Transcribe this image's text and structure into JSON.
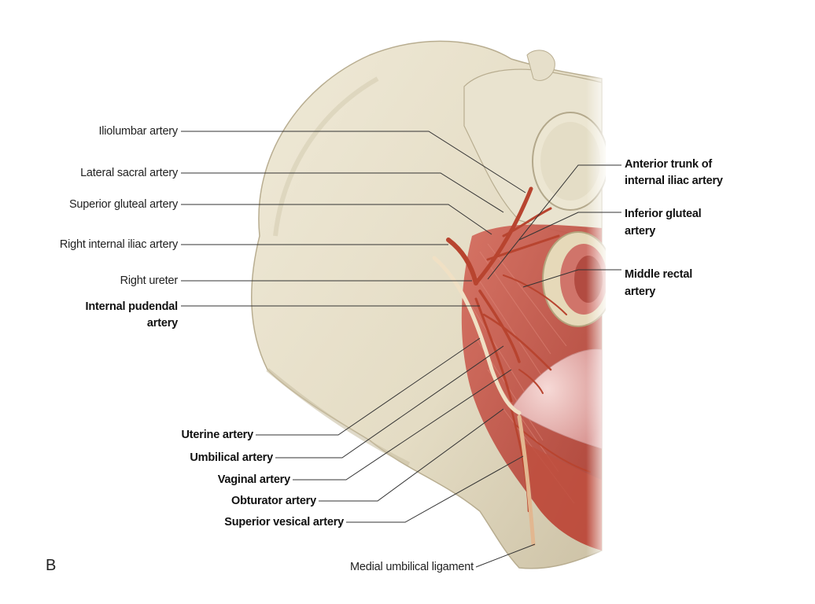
{
  "panel_letter": "B",
  "labels": {
    "iliolumbar": "Iliolumbar artery",
    "lateral_sacral": "Lateral sacral artery",
    "superior_gluteal": "Superior gluteal artery",
    "right_internal_iliac": "Right internal iliac artery",
    "right_ureter": "Right ureter",
    "internal_pudendal_1": "Internal pudendal",
    "internal_pudendal_2": "artery",
    "anterior_trunk_1": "Anterior trunk of",
    "anterior_trunk_2": "internal iliac artery",
    "inferior_gluteal_1": "Inferior gluteal",
    "inferior_gluteal_2": "artery",
    "middle_rectal_1": "Middle rectal",
    "middle_rectal_2": "artery",
    "uterine": "Uterine artery",
    "umbilical": "Umbilical artery",
    "vaginal": "Vaginal artery",
    "obturator": "Obturator artery",
    "superior_vesical": "Superior vesical artery",
    "medial_umbilical_ligament": "Medial umbilical ligament"
  },
  "colors": {
    "bone": "#e8e2cf",
    "bone_shadow": "#c9bfa4",
    "muscle": "#c9574a",
    "artery": "#b8442f",
    "bladder": "#e9b7b4",
    "leader": "#333333"
  }
}
